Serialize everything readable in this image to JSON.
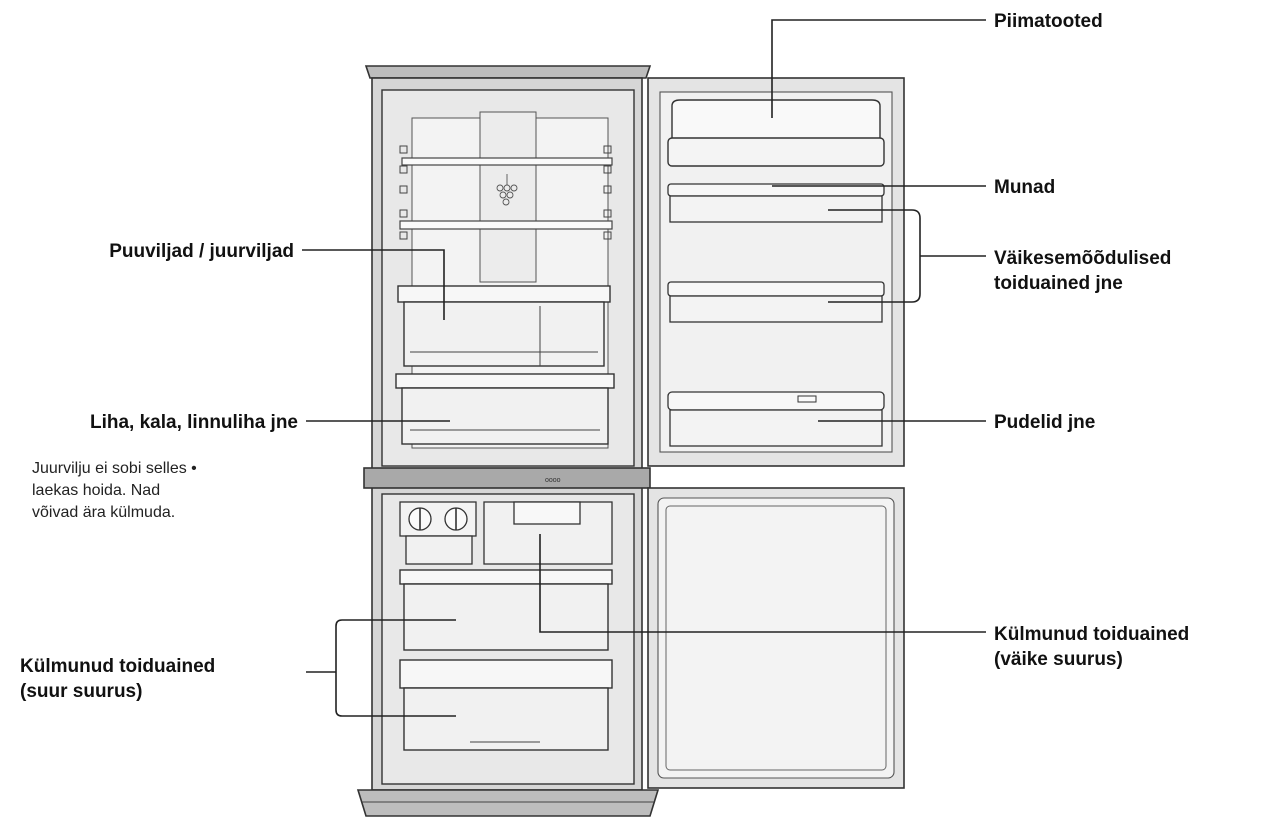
{
  "labels": {
    "dairy": "Piimatooted",
    "eggs": "Munad",
    "small_food_line1": "Väikesemõõdulised",
    "small_food_line2": "toiduained jne",
    "bottles": "Pudelid jne",
    "fruit_veg": "Puuviljad / juurviljad",
    "meat_fish": "Liha, kala, linnuliha jne",
    "note_line1": "Juurvilju ei sobi selles •",
    "note_line2": "laekas hoida. Nad",
    "note_line3": "võivad ära külmuda.",
    "frozen_small_line1": "Külmunud toiduained",
    "frozen_small_line2": "(väike suurus)",
    "frozen_large_line1": "Külmunud toiduained",
    "frozen_large_line2": "(suur suurus)"
  },
  "control_panel_text": "oooo",
  "colors": {
    "line": "#222222",
    "body_fill": "#e9e9e9",
    "inner_fill": "#f4f4f4",
    "trim": "#9a9a9a"
  }
}
